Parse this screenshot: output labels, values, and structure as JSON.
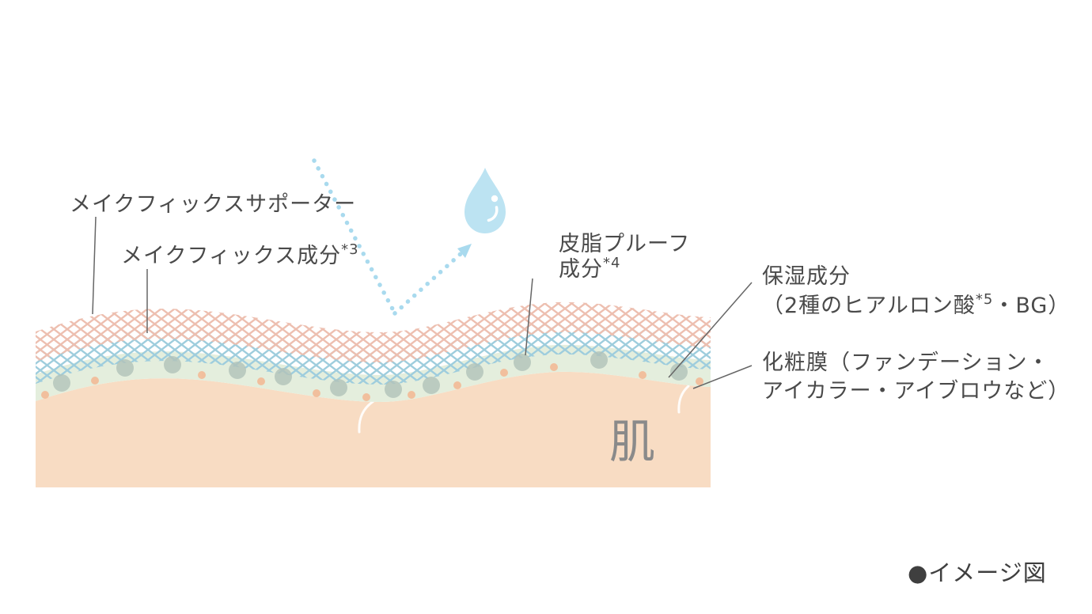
{
  "labels": {
    "supporter": "メイクフィックスサポーター",
    "fix_ingredient": "メイクフィックス成分",
    "fix_ingredient_note": "*3",
    "sebum_line1": "皮脂プルーフ",
    "sebum_line2": "成分",
    "sebum_note": "*4",
    "moisture_line1": "保湿成分",
    "moisture_line2_a": "（2種のヒアルロン酸",
    "moisture_note": "*5",
    "moisture_line2_b": "・BG）",
    "film_line1": "化粧膜（ファンデーション・",
    "film_line2": "アイカラー・アイブロウなど）",
    "skin": "肌",
    "caption": "●イメージ図"
  },
  "colors": {
    "skin": "#f8dcc3",
    "pink_mesh": "#edbfb0",
    "blue_mesh": "#9ecddd",
    "moisture_layer": "#e4eedd",
    "gray_dot": "#b2c3ba",
    "orange_dot": "#f3bb97",
    "droplet": "#bce3f2",
    "dotted_arrow": "#a9daee",
    "leader_line": "#666666",
    "text": "#4a4a4a",
    "skin_text": "#8a8a8a"
  }
}
